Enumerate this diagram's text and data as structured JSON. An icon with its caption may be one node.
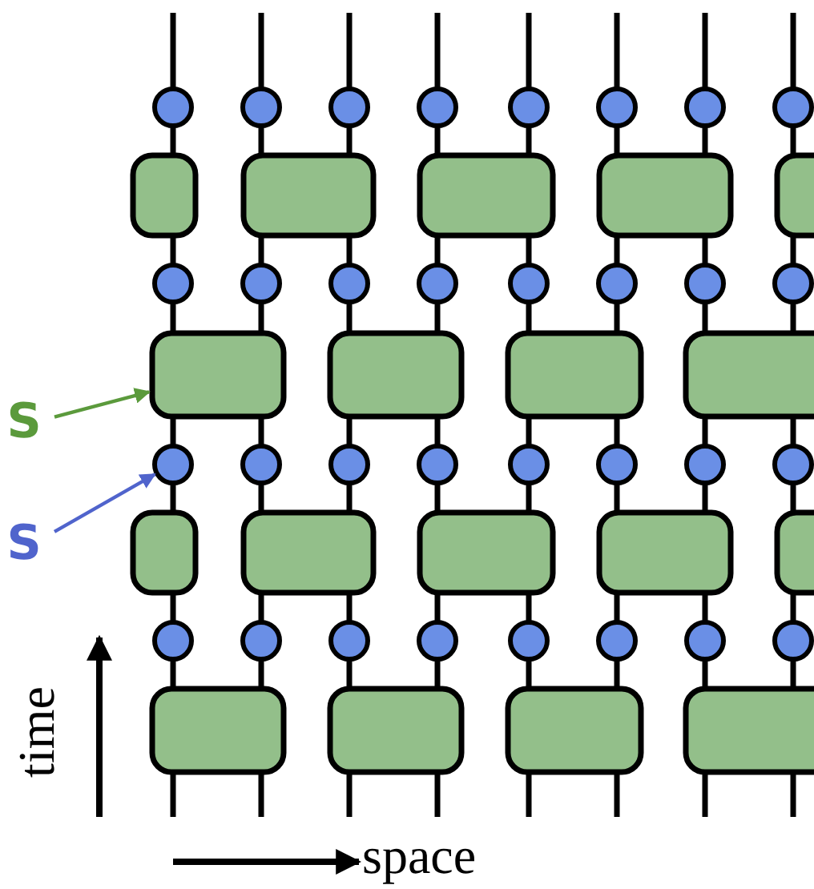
{
  "diagram": {
    "nodes": [
      {
        "text": [
          "S"
        ]
      },
      {
        "text": [
          "S"
        ]
      },
      {
        "text": [],
        "shape": "circle"
      },
      {
        "text": [],
        "shape": "circle"
      },
      {
        "text": [],
        "shape": "circle"
      },
      {
        "text": [],
        "shape": "circle"
      },
      {
        "text": [],
        "shape": "circle"
      },
      {
        "text": [],
        "shape": "circle"
      },
      {
        "text": [],
        "shape": "circle"
      },
      {
        "text": [],
        "shape": "circle"
      },
      {
        "text": [],
        "shape": "box"
      },
      {
        "text": [],
        "shape": "box"
      },
      {
        "text": [],
        "shape": "box"
      },
      {
        "text": [],
        "shape": "box"
      },
      {
        "text": [],
        "shape": "box"
      },
      {
        "text": [],
        "shape": "circle"
      },
      {
        "text": [],
        "shape": "circle"
      },
      {
        "text": [],
        "shape": "circle"
      },
      {
        "text": [],
        "shape": "circle"
      },
      {
        "text": [],
        "shape": "circle"
      },
      {
        "text": [],
        "shape": "circle"
      },
      {
        "text": [],
        "shape": "circle"
      },
      {
        "text": [],
        "shape": "circle"
      },
      {
        "text": [],
        "shape": "box"
      },
      {
        "text": [],
        "shape": "box"
      },
      {
        "text": [],
        "shape": "box"
      },
      {
        "text": [],
        "shape": "box"
      },
      {
        "text": [],
        "shape": "circle"
      },
      {
        "text": [],
        "shape": "circle"
      },
      {
        "text": [],
        "shape": "circle"
      },
      {
        "text": [],
        "shape": "circle"
      },
      {
        "text": [],
        "shape": "circle"
      },
      {
        "text": [],
        "shape": "circle"
      },
      {
        "text": [],
        "shape": "circle"
      },
      {
        "text": [],
        "shape": "circle"
      },
      {
        "text": [],
        "shape": "box"
      },
      {
        "text": [],
        "shape": "box"
      },
      {
        "text": [],
        "shape": "box"
      },
      {
        "text": [],
        "shape": "box"
      },
      {
        "text": [],
        "shape": "box"
      },
      {
        "text": [],
        "shape": "circle"
      },
      {
        "text": [],
        "shape": "circle"
      },
      {
        "text": [],
        "shape": "circle"
      },
      {
        "text": [],
        "shape": "circle"
      },
      {
        "text": [],
        "shape": "circle"
      },
      {
        "text": [],
        "shape": "circle"
      },
      {
        "text": [],
        "shape": "circle"
      },
      {
        "text": [],
        "shape": "circle"
      },
      {
        "text": [],
        "shape": "box"
      },
      {
        "text": [],
        "shape": "box"
      },
      {
        "text": [],
        "shape": "box"
      },
      {
        "text": [],
        "shape": "box"
      }
    ],
    "edges": [
      {
        "from": 0,
        "to": 23,
        "arrow": "to",
        "color": "#5b9a3c"
      },
      {
        "from": 1,
        "to": 27,
        "arrow": "to",
        "color": "#5064cc"
      }
    ],
    "labels": [
      "time",
      "space"
    ]
  }
}
